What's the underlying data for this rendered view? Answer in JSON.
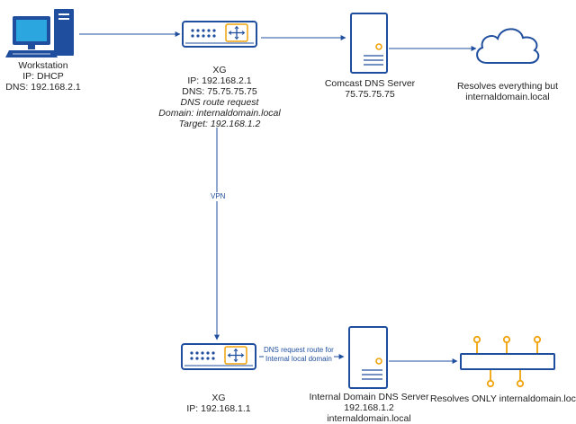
{
  "nodes": {
    "workstation": {
      "icon": "workstation-icon",
      "lines": [
        "Workstation",
        "IP: DHCP",
        "DNS: 192.168.2.1"
      ]
    },
    "xg_top": {
      "icon": "firewall-appliance-icon",
      "lines": [
        "XG",
        "IP: 192.168.2.1",
        "DNS: 75.75.75.75"
      ],
      "italic_lines": [
        "DNS route request",
        "Domain: internaldomain.local",
        "Target: 192.168.1.2"
      ]
    },
    "comcast_dns": {
      "icon": "server-icon",
      "lines": [
        "Comcast DNS Server",
        "75.75.75.75"
      ]
    },
    "internet": {
      "icon": "cloud-icon",
      "lines": [
        "Resolves everything but",
        "internaldomain.local"
      ]
    },
    "xg_bottom": {
      "icon": "firewall-appliance-icon",
      "lines": [
        "XG",
        "IP: 192.168.1.1"
      ]
    },
    "internal_dns": {
      "icon": "server-icon",
      "lines": [
        "Internal Domain DNS Server",
        "192.168.1.2",
        "internaldomain.local"
      ]
    },
    "internal_network": {
      "icon": "network-bus-icon",
      "lines": [
        "Resolves ONLY internaldomain.local"
      ]
    }
  },
  "edges": {
    "vpn": "VPN",
    "dns_route": [
      "DNS request route for",
      "Internal local domain"
    ]
  },
  "colors": {
    "line": "#1f4e9e",
    "device_blue": "#1f4e9e",
    "accent": "#f0a30a",
    "monitor_screen": "#2ba6de"
  }
}
